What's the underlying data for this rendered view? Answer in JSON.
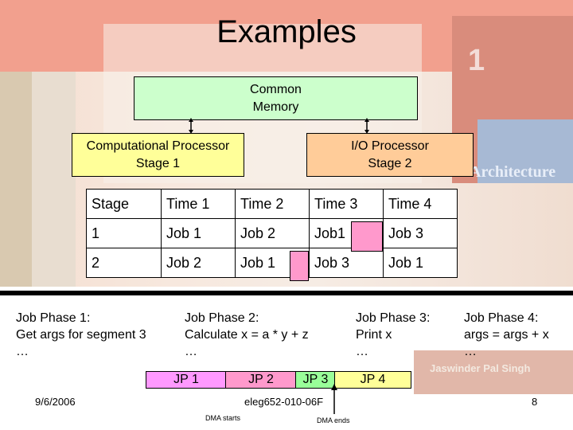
{
  "slide": {
    "title": "Examples",
    "date": "9/6/2006",
    "footer_center": "eleg652-010-06F",
    "page_number": "8"
  },
  "boxes": {
    "memory": {
      "line1": "Common",
      "line2": "Memory"
    },
    "cpu": {
      "line1": "Computational Processor",
      "line2": "Stage 1"
    },
    "io": {
      "line1": "I/O Processor",
      "line2": "Stage 2"
    }
  },
  "table": {
    "header": [
      "Stage",
      "Time 1",
      "Time 2",
      "Time 3",
      "Time 4"
    ],
    "rows": [
      [
        "1",
        "Job 1",
        "Job 2",
        "Job1",
        "Job 3"
      ],
      [
        "2",
        "Job 2",
        "Job 1",
        "Job 3",
        "Job 1"
      ]
    ]
  },
  "phases": [
    {
      "title": "Job Phase 1:",
      "line2": "Get args for segment 3",
      "line3": "…"
    },
    {
      "title": "Job Phase 2:",
      "line2": "Calculate x = a * y + z",
      "line3": "…"
    },
    {
      "title": "Job Phase 3",
      "colon": ":",
      "line2": "Print x",
      "line3": "…"
    },
    {
      "title": "Job Phase 4",
      "colon": ":",
      "line2": "args = args + x",
      "line3": "…"
    }
  ],
  "timeline": {
    "jp1": "JP 1",
    "jp2": "JP 2",
    "jp3": "JP 3",
    "jp4": "JP 4",
    "dma_starts": "DMA starts",
    "dma_ends": "DMA ends"
  }
}
